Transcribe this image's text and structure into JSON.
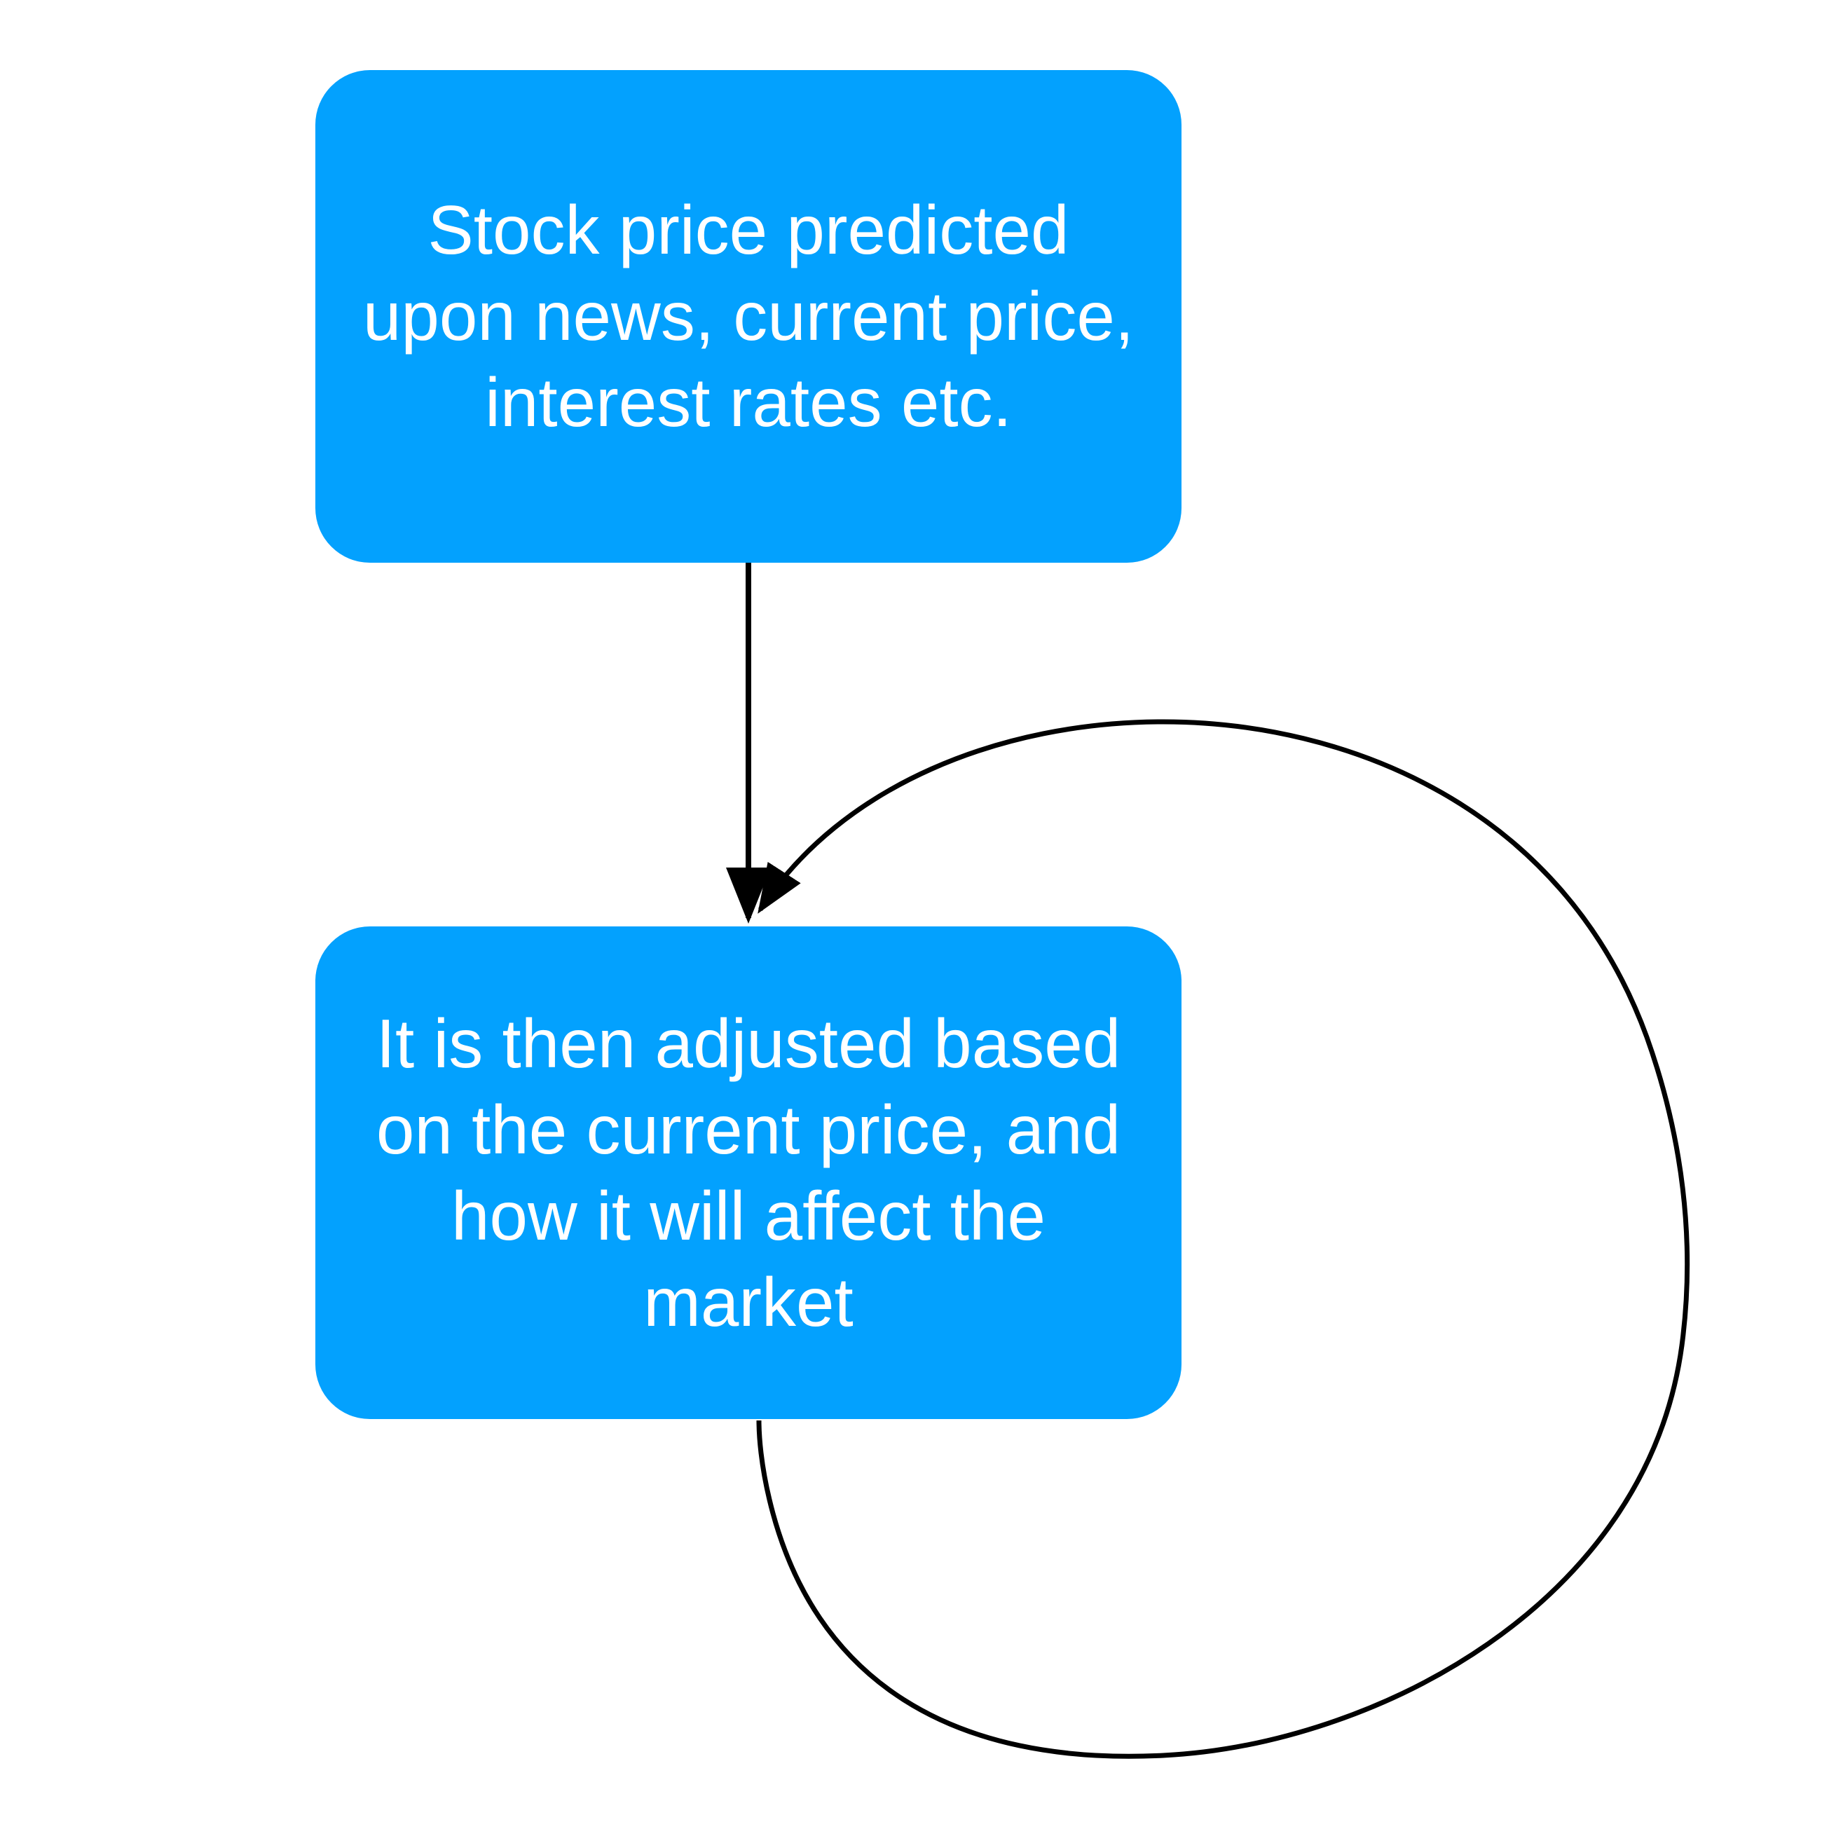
{
  "diagram": {
    "type": "flowchart",
    "nodes": [
      {
        "id": "node-1",
        "label": "Stock price predicted\nupon news, current price,\ninterest rates etc."
      },
      {
        "id": "node-2",
        "label": "It is then adjusted based\non the current price, and\nhow it will affect the\nmarket"
      }
    ],
    "edges": [
      {
        "from": "node-1",
        "to": "node-2",
        "kind": "straight-arrow"
      },
      {
        "from": "node-2",
        "to": "node-2",
        "kind": "loop-arrow"
      }
    ],
    "colors": {
      "node_fill": "#03a1fe",
      "node_text": "#ffffff",
      "edge": "#000000",
      "background": "#ffffff"
    }
  }
}
